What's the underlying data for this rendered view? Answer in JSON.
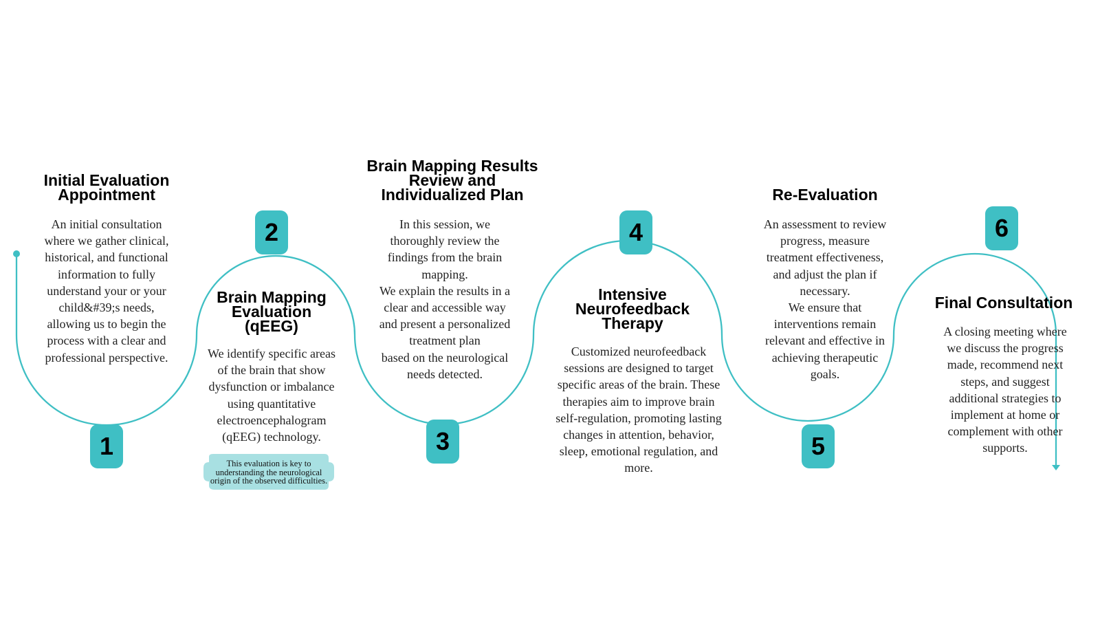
{
  "colors": {
    "accent": "#3fbfc4",
    "note_bg": "#a8e0e2"
  },
  "steps": [
    {
      "number": "1",
      "title": "Initial Evaluation Appointment",
      "description": "An initial consultation\nwhere we gather clinical,\nhistorical, and functional\ninformation to fully\nunderstand your or your\nchild&#39;s needs,\nallowing us to begin the\nprocess with a clear and\nprofessional perspective."
    },
    {
      "number": "2",
      "title": "Brain Mapping Evaluation (qEEG)",
      "description": "We identify specific areas\nof the brain that show\ndysfunction or imbalance\nusing quantitative\nelectroencephalogram\n(qEEG) technology.",
      "note": "This evaluation is key to understanding the neurological origin of the observed difficulties."
    },
    {
      "number": "3",
      "title": "Brain Mapping Results Review and Individualized Plan",
      "description": "In this session, we\nthoroughly review the\nfindings from the brain\nmapping.\nWe explain the results in a\nclear and accessible way\nand present a personalized\ntreatment plan\nbased on the neurological\nneeds detected."
    },
    {
      "number": "4",
      "title": "Intensive Neurofeedback Therapy",
      "description": "Customized neurofeedback\nsessions are designed to target\nspecific areas of the brain. These\ntherapies aim to improve brain\nself-regulation, promoting lasting\nchanges in attention, behavior,\nsleep, emotional regulation, and\nmore."
    },
    {
      "number": "5",
      "title": "Re-Evaluation",
      "description": "An assessment to review\nprogress, measure\ntreatment effectiveness,\nand adjust the plan if\nnecessary.\nWe ensure that\ninterventions remain\nrelevant and effective in\nachieving therapeutic\ngoals."
    },
    {
      "number": "6",
      "title": "Final Consultation",
      "description": "A closing meeting where\nwe discuss the progress\nmade, recommend next\nsteps, and suggest\nadditional strategies to\nimplement at home or\ncomplement with other\nsupports."
    }
  ]
}
